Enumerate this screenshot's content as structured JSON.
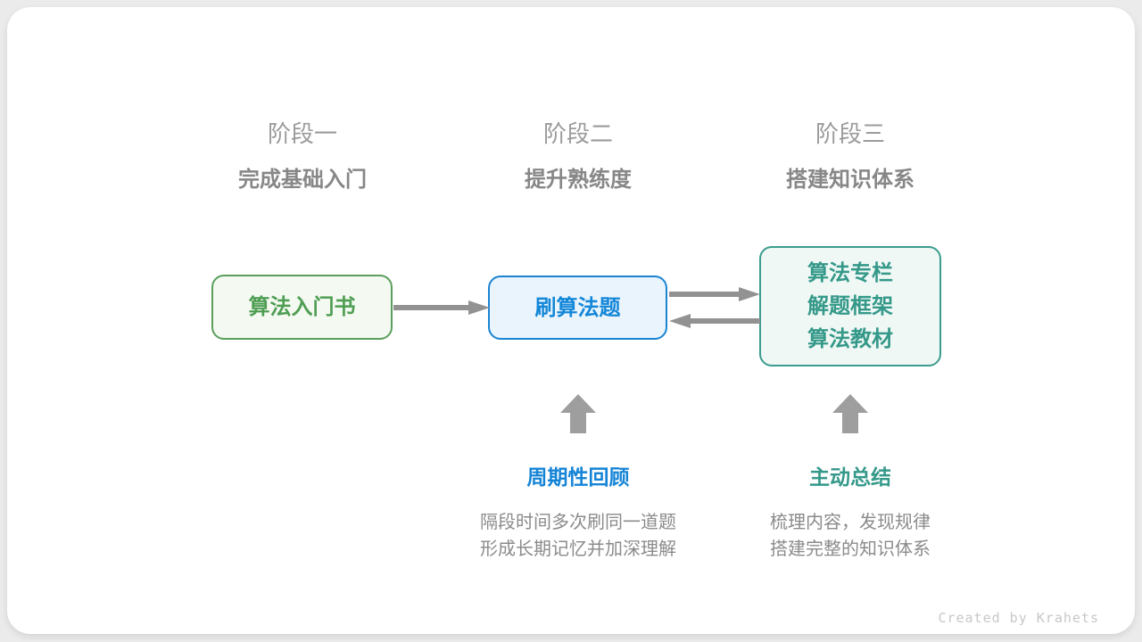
{
  "colors": {
    "page-bg": "#ebebeb",
    "card-bg": "#ffffff",
    "gray-title": "#9b9b9b",
    "gray-strong": "#878787",
    "gray-text": "#8b8b8b",
    "arrow": "#929292",
    "block-arrow": "#9e9e9e",
    "green": "#4f9e53",
    "green-border": "#5aa05c",
    "green-bg": "#f4f9f2",
    "blue": "#1487d8",
    "blue-border": "#1b84d2",
    "blue-bg": "#eaf4fd",
    "blue-accent": "#1584d6",
    "teal": "#35998a",
    "teal-border": "#3b9c8e",
    "teal-bg": "#f0f8f5",
    "credit": "#c8c8c8"
  },
  "stages": [
    {
      "label": "阶段一",
      "subtitle": "完成基础入门"
    },
    {
      "label": "阶段二",
      "subtitle": "提升熟练度"
    },
    {
      "label": "阶段三",
      "subtitle": "搭建知识体系"
    }
  ],
  "nodes": [
    {
      "id": "intro-book",
      "lines": [
        "算法入门书"
      ]
    },
    {
      "id": "practice-problems",
      "lines": [
        "刷算法题"
      ]
    },
    {
      "id": "knowledge-system",
      "lines": [
        "算法专栏",
        "解题框架",
        "算法教材"
      ]
    }
  ],
  "annotations": [
    {
      "title": "周期性回顾",
      "lines": [
        "隔段时间多次刷同一道题",
        "形成长期记忆并加深理解"
      ]
    },
    {
      "title": "主动总结",
      "lines": [
        "梳理内容，发现规律",
        "搭建完整的知识体系"
      ]
    }
  ],
  "credit": {
    "text": "Created by Krahets"
  }
}
